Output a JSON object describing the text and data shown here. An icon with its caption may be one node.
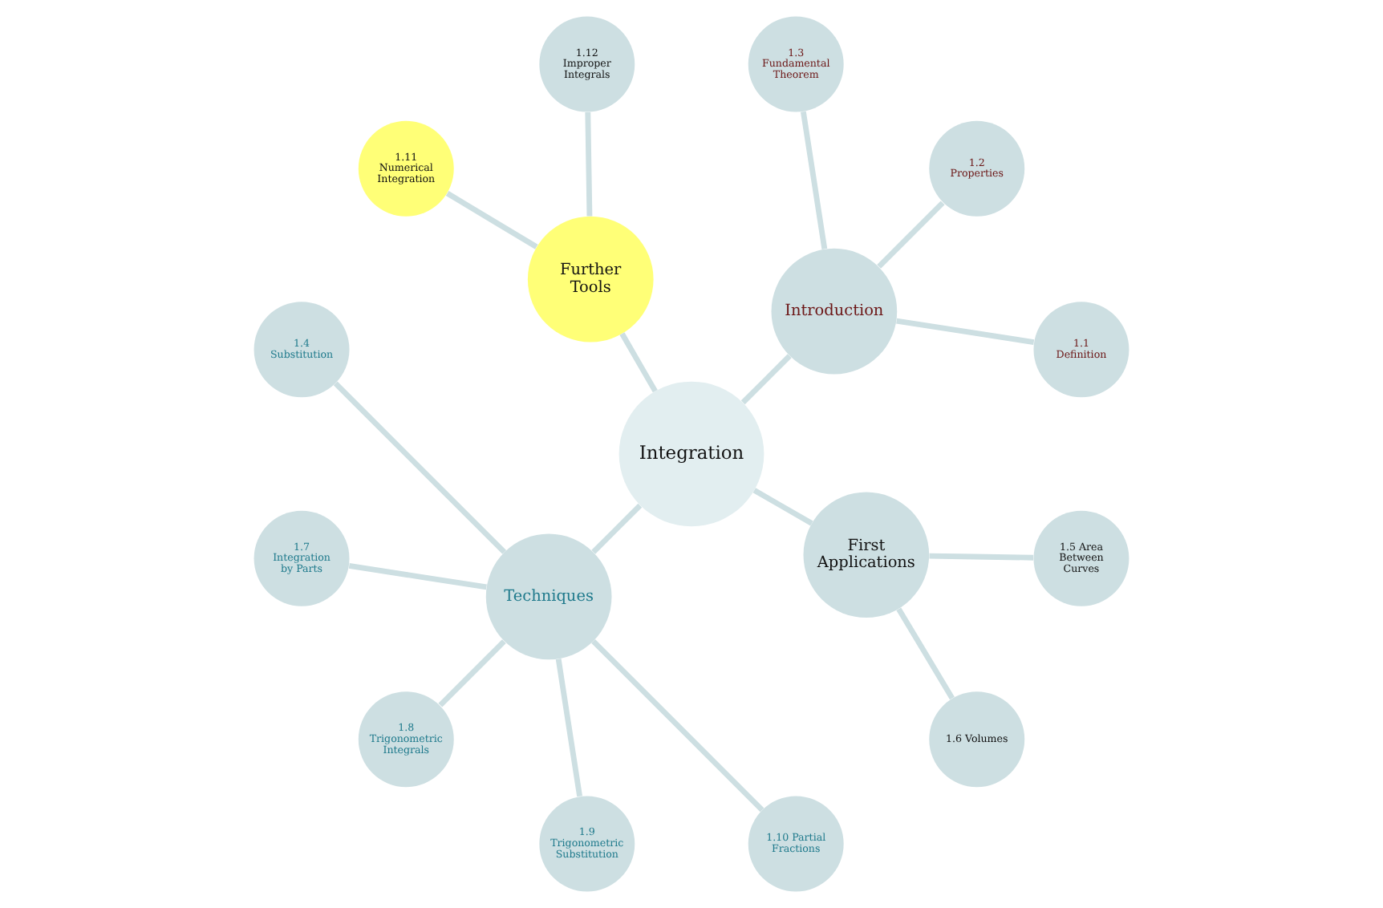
{
  "diagram": {
    "nodes": [
      {
        "text": [
          "Integration"
        ]
      },
      {
        "text": [
          "Introduction"
        ]
      },
      {
        "text": [
          "1.1 Definition"
        ]
      },
      {
        "text": [
          "1.2 Properties"
        ]
      },
      {
        "text": [
          "1.3 Fundamental Theorem"
        ]
      },
      {
        "text": [
          "Further Tools"
        ]
      },
      {
        "text": [
          "1.12 Improper Integrals"
        ]
      },
      {
        "text": [
          "1.11 Numerical Integration"
        ]
      },
      {
        "text": [
          "Techniques"
        ]
      },
      {
        "text": [
          "1.4 Substitution"
        ]
      },
      {
        "text": [
          "1.7 Integration by Parts"
        ]
      },
      {
        "text": [
          "1.8 Trigonometric Integrals"
        ]
      },
      {
        "text": [
          "1.9 Trigonometric Substitution"
        ]
      },
      {
        "text": [
          "1.10 Partial Fractions"
        ]
      },
      {
        "text": [
          "First Applications"
        ]
      },
      {
        "text": [
          "1.6 Volumes"
        ]
      },
      {
        "text": [
          "1.5 Area Between Curves"
        ]
      }
    ],
    "edges": [
      {
        "from": 0,
        "to": 1,
        "arrow": "none"
      },
      {
        "from": 1,
        "to": 2,
        "arrow": "none"
      },
      {
        "from": 1,
        "to": 3,
        "arrow": "none"
      },
      {
        "from": 1,
        "to": 4,
        "arrow": "none"
      },
      {
        "from": 0,
        "to": 5,
        "arrow": "none"
      },
      {
        "from": 5,
        "to": 6,
        "arrow": "none"
      },
      {
        "from": 5,
        "to": 7,
        "arrow": "none"
      },
      {
        "from": 0,
        "to": 8,
        "arrow": "none"
      },
      {
        "from": 8,
        "to": 9,
        "arrow": "none"
      },
      {
        "from": 8,
        "to": 10,
        "arrow": "none"
      },
      {
        "from": 8,
        "to": 11,
        "arrow": "none"
      },
      {
        "from": 8,
        "to": 12,
        "arrow": "none"
      },
      {
        "from": 8,
        "to": 13,
        "arrow": "none"
      },
      {
        "from": 0,
        "to": 14,
        "arrow": "none"
      },
      {
        "from": 14,
        "to": 15,
        "arrow": "none"
      },
      {
        "from": 14,
        "to": 16,
        "arrow": "none"
      }
    ]
  }
}
